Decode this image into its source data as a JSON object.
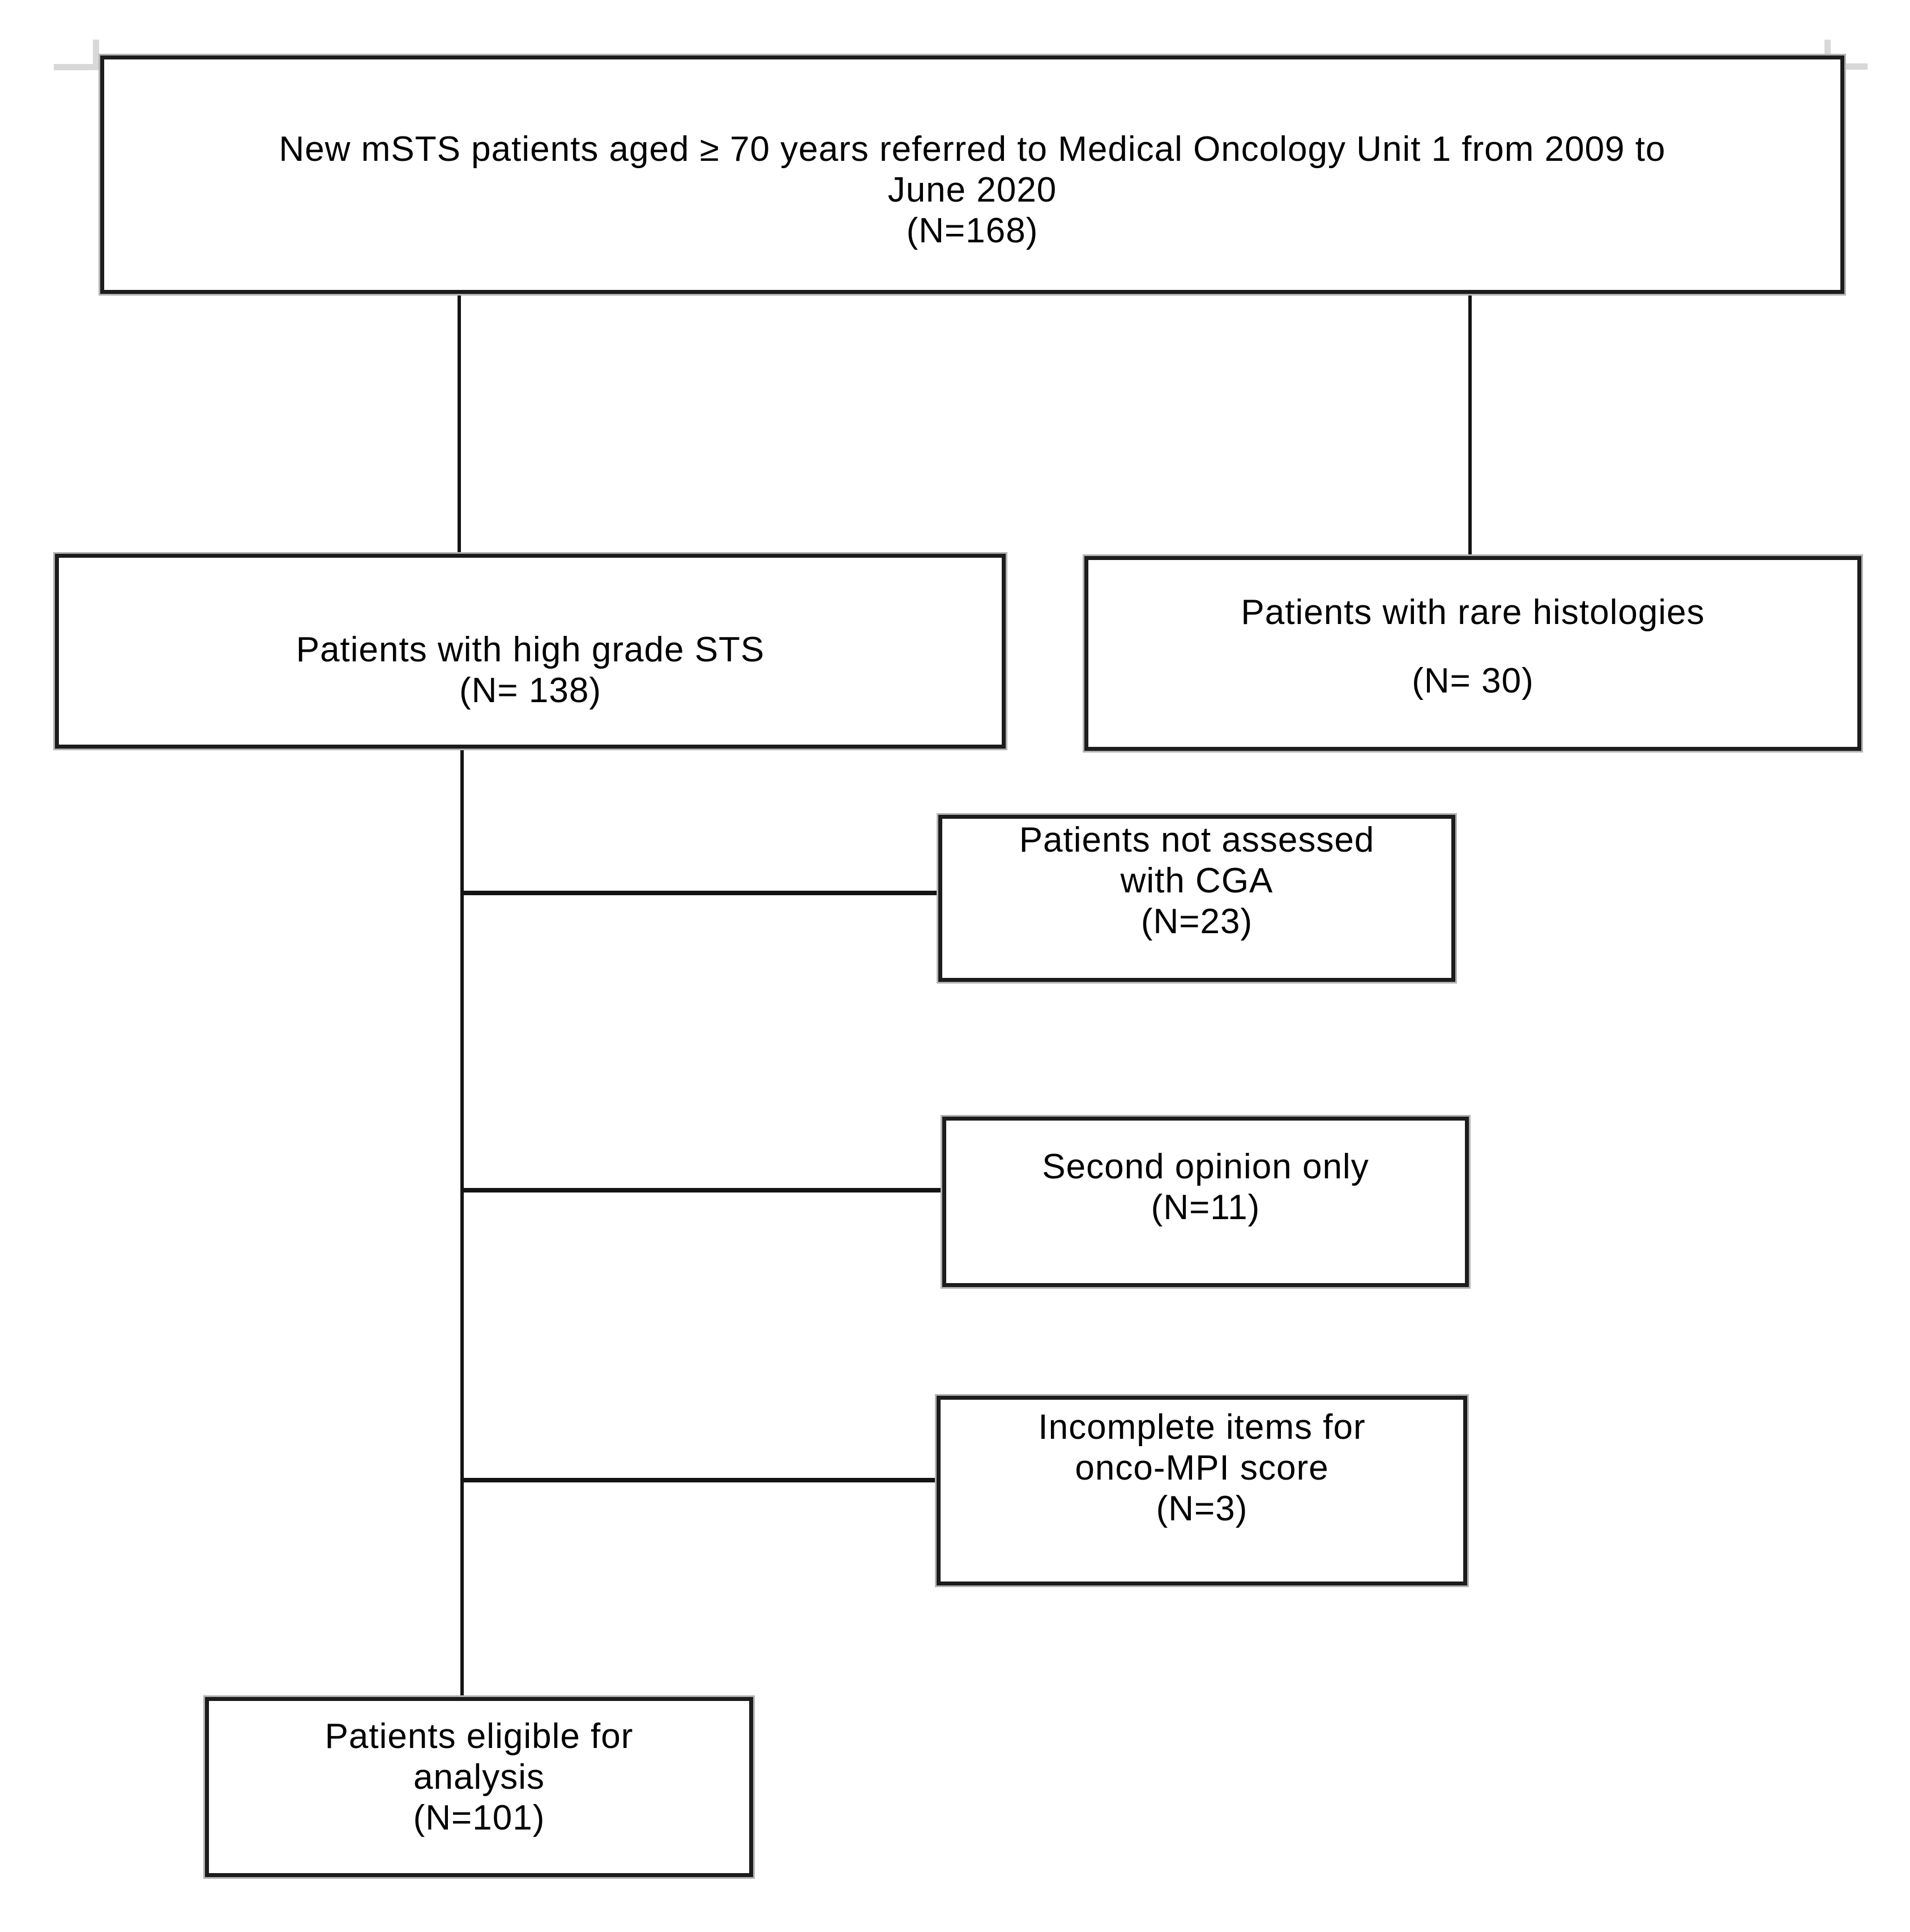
{
  "figure": {
    "kind": "patient flow diagram"
  },
  "boxes": {
    "referred": {
      "lines": [
        "New mSTS patients aged ≥ 70 years referred to Medical Oncology Unit 1 from 2009 to",
        "June 2020",
        "(N=168)"
      ]
    },
    "high_grade": {
      "lines": [
        "Patients with high grade STS",
        "(N= 138)"
      ]
    },
    "rare_histologies": {
      "lines": [
        "Patients with rare histologies",
        "(N= 30)"
      ]
    },
    "not_assessed_cga": {
      "lines": [
        "Patients not assessed",
        "with CGA",
        "(N=23)"
      ]
    },
    "second_opinion": {
      "lines": [
        "Second opinion only",
        "(N=11)"
      ]
    },
    "incomplete_mpi": {
      "lines": [
        "Incomplete items for",
        "onco-MPI score",
        "(N=3)"
      ]
    },
    "eligible": {
      "lines": [
        "Patients eligible for",
        "analysis",
        "(N=101)"
      ]
    }
  },
  "colors": {
    "box_border": "#1c1c1c",
    "box_halo": "#b3b3b3",
    "connector": "#141414",
    "corner_mark": "#d8d8d8",
    "text": "#000000",
    "background": "#ffffff"
  }
}
